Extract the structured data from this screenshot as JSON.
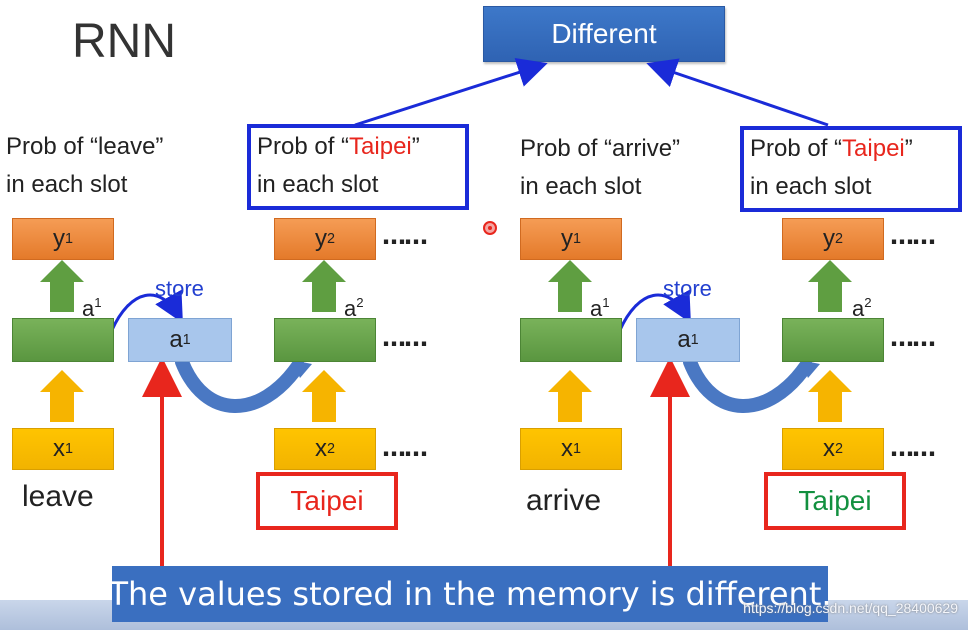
{
  "title": "RNN",
  "top_box": "Different",
  "left": {
    "prob_prefix": "Prob of “leave”",
    "prob_suffix": "in each slot",
    "prob2_prefix": "Prob of “",
    "prob2_word": "Taipei",
    "prob2_close": "”",
    "prob2_suffix": "in each slot",
    "y1": "y",
    "y1_sup": "1",
    "y2": "y",
    "y2_sup": "2",
    "a1": "a",
    "a1_sup": "1",
    "a2": "a",
    "a2_sup": "2",
    "store": "store",
    "mem": "a",
    "mem_sup": "1",
    "x1": "x",
    "x1_sup": "1",
    "x2": "x",
    "x2_sup": "2",
    "word1": "leave",
    "word2": "Taipei"
  },
  "right": {
    "prob_prefix": "Prob of “arrive”",
    "prob_suffix": "in each slot",
    "prob2_prefix": "Prob of “",
    "prob2_word": "Taipei",
    "prob2_close": "”",
    "prob2_suffix": "in each slot",
    "y1": "y",
    "y1_sup": "1",
    "y2": "y",
    "y2_sup": "2",
    "a1": "a",
    "a1_sup": "1",
    "a2": "a",
    "a2_sup": "2",
    "store": "store",
    "mem": "a",
    "mem_sup": "1",
    "x1": "x",
    "x1_sup": "1",
    "x2": "x",
    "x2_sup": "2",
    "word1": "arrive",
    "word2": "Taipei"
  },
  "dots": "……",
  "caption": "The values stored in the memory is different.",
  "watermark": "https://blog.csdn.net/qq_28400629",
  "colors": {
    "blue_box": "#1a2bd8",
    "red": "#e8261d",
    "green": "#12903f",
    "caption_bg": "#3a6fc0"
  }
}
